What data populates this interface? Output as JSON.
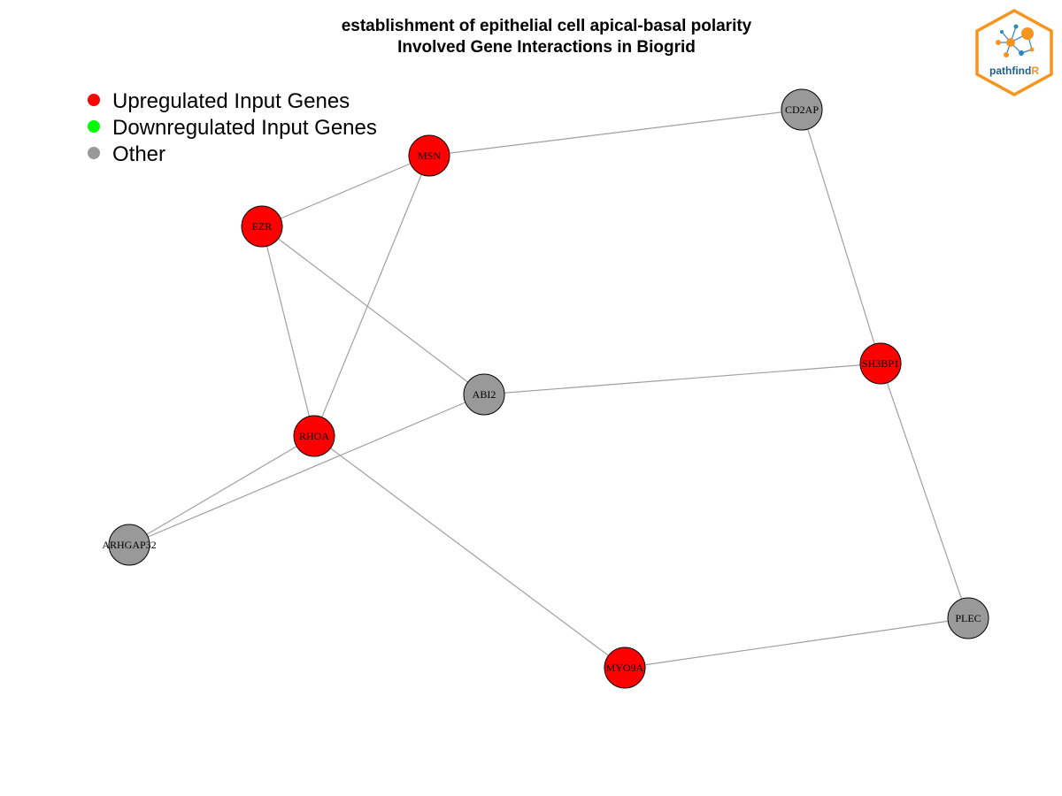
{
  "title": {
    "line1": "establishment of epithelial cell apical-basal polarity",
    "line2": "Involved Gene Interactions in Biogrid"
  },
  "legend": [
    {
      "label": "Upregulated Input Genes",
      "color": "#FF0000"
    },
    {
      "label": "Downregulated Input Genes",
      "color": "#00FF00"
    },
    {
      "label": "Other",
      "color": "#999999"
    }
  ],
  "logo": {
    "text_main": "pathfind",
    "text_accent": "R",
    "border_color": "#F7941D",
    "text_color": "#1F5F8B",
    "accent_color": "#F7941D"
  },
  "colors": {
    "up": "#FF0000",
    "other": "#999999",
    "edge": "#A0A0A0"
  },
  "nodes": [
    {
      "id": "MSN",
      "type": "up"
    },
    {
      "id": "CD2AP",
      "type": "other"
    },
    {
      "id": "EZR",
      "type": "up"
    },
    {
      "id": "SH3BP1",
      "type": "up"
    },
    {
      "id": "ABI2",
      "type": "other"
    },
    {
      "id": "RHOA",
      "type": "up"
    },
    {
      "id": "ARHGAP32",
      "type": "other"
    },
    {
      "id": "PLEC",
      "type": "other"
    },
    {
      "id": "MYO9A",
      "type": "up"
    }
  ],
  "edges": [
    [
      "MSN",
      "CD2AP"
    ],
    [
      "MSN",
      "EZR"
    ],
    [
      "MSN",
      "RHOA"
    ],
    [
      "EZR",
      "RHOA"
    ],
    [
      "EZR",
      "ABI2"
    ],
    [
      "CD2AP",
      "SH3BP1"
    ],
    [
      "ABI2",
      "SH3BP1"
    ],
    [
      "ABI2",
      "ARHGAP32"
    ],
    [
      "RHOA",
      "ARHGAP32"
    ],
    [
      "RHOA",
      "MYO9A"
    ],
    [
      "SH3BP1",
      "PLEC"
    ],
    [
      "PLEC",
      "MYO9A"
    ]
  ]
}
